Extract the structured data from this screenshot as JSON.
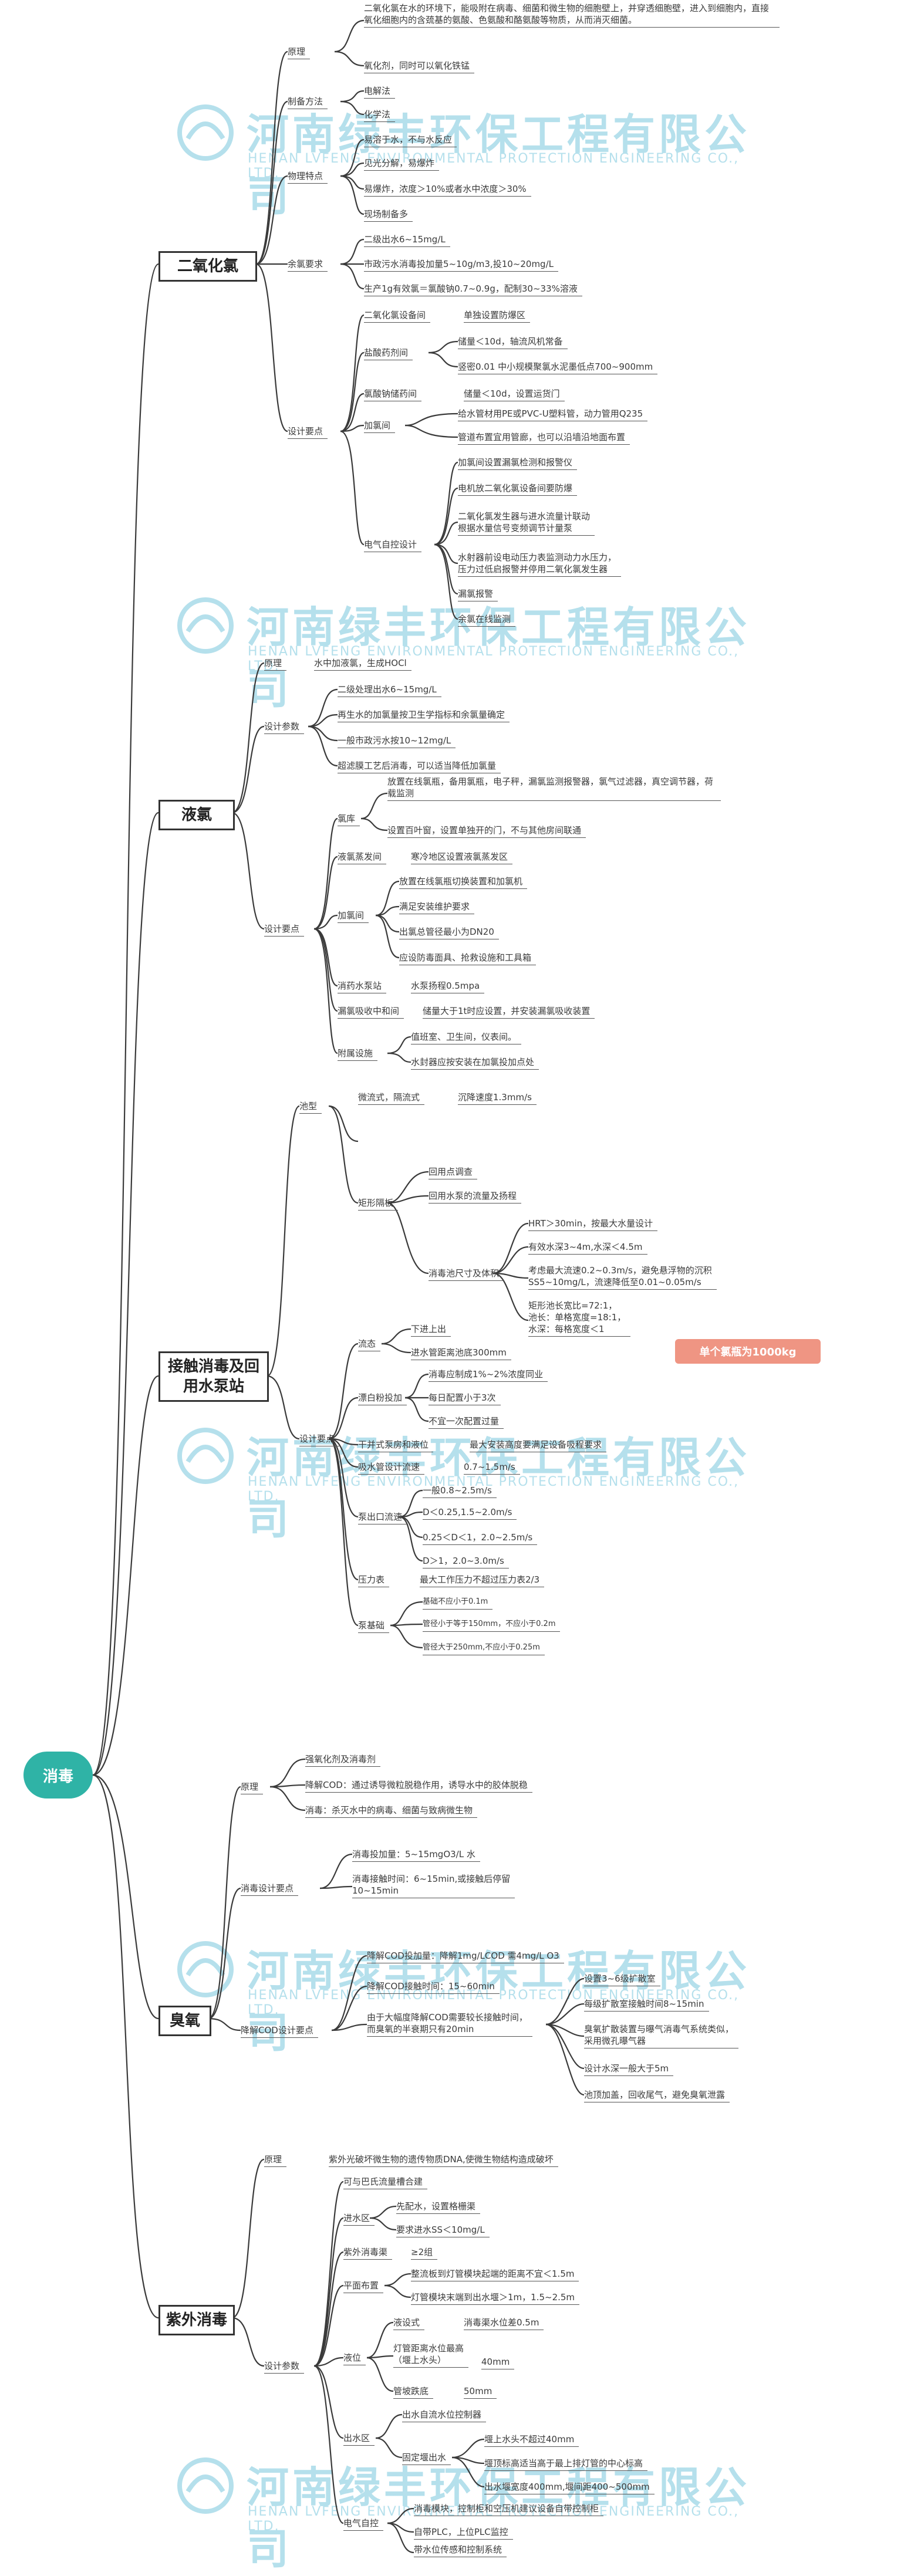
{
  "colors": {
    "root": "#2fb3a6",
    "note": "#ef9583",
    "watermark": "#2fa7c9",
    "line": "#3a3a3a"
  },
  "watermark": {
    "title": "河南绿丰环保工程有限公司",
    "subtitle": "HENAN LVFENG ENVIRONMENTAL PROTECTION ENGINEERING CO., LTD."
  },
  "root": "消毒",
  "mains": {
    "clo2": "二氧化氯",
    "liquid": "液氯",
    "contact": "接触消毒及回用水泵站",
    "ozone": "臭氧",
    "uv": "紫外消毒"
  },
  "note": "单个氯瓶为1000kg",
  "clo2": {
    "yuanli": "原理",
    "yuanli_text": "二氧化氯在水的环境下，能吸附在病毒、细菌和微生物的细胞壁上，并穿透细胞壁，进入到细胞内，直接氧化细胞内的含巯基的氨酸、色氨酸和酪氨酸等物质，从而消灭细菌。",
    "yuanli_text2": "氧化剂，同时可以氧化铁锰",
    "zhibei": "制备方法",
    "zhibei_items": [
      "电解法",
      "化学法"
    ],
    "wuli": "物理特点",
    "wuli_items": [
      "易溶于水，不与水反应",
      "见光分解，易爆炸",
      "易爆炸，浓度＞10%或者水中浓度＞30%",
      "现场制备多"
    ],
    "yuliang": "余氯要求",
    "yuliang_items": [
      "二级出水6~15mg/L",
      "市政污水消毒投加量5~10g/m3,投10~20mg/L",
      "生产1g有效氯＝氯酸钠0.7~0.9g，配制30~33%溶液"
    ],
    "sheji": "设计要点",
    "room_label": "二氧化氯设备间",
    "room_text": "单独设置防爆区",
    "yansuan": "盐酸药剂间",
    "yansuan_items": [
      "储量＜10d，轴流风机常备",
      "竖密0.01 中小规模聚氯水泥墨低点700~900mm"
    ],
    "lvsuan": "氯酸钠储药间",
    "lvsuan_text": "储量＜10d，设置运货门",
    "jiayao": "加氯间",
    "jiayao_items": [
      "给水管材用PE或PVC-U塑料管，动力管用Q235",
      "管道布置宜用管廊，也可以沿墙沿地面布置"
    ],
    "dianqi": "电气自控设计",
    "dianqi_items": [
      "加氯间设置漏氯检测和报警仪",
      "电机放二氧化氯设备间要防爆",
      "二氧化氯发生器与进水流量计联动\n根据水量信号变频调节计量泵",
      "水射器前设电动压力表监测动力水压力，\n压力过低启报警并停用二氧化氯发生器",
      "漏氯报警",
      "余氯在线监测"
    ]
  },
  "liquid": {
    "yuanli": "原理",
    "yuanli_text": "水中加液氯，生成HOCl",
    "canshu": "设计参数",
    "canshu_items": [
      "二级处理出水6~15mg/L",
      "再生水的加氯量按卫生学指标和余氯量确定",
      "一般市政污水按10~12mg/L",
      "超滤膜工艺后消毒，可以适当降低加氯量"
    ],
    "sheji": "设计要点",
    "luku": "氯库",
    "luku_items": [
      "放置在线氯瓶，备用氯瓶，电子秤，漏氯监测报警器，氯气过滤器，真空调节器，荷载监测",
      "设置百叶窗，设置单独开的门，不与其他房间联通"
    ],
    "zhengfa": "液氯蒸发间",
    "zhengfa_text": "寒冷地区设置液氯蒸发区",
    "jialu": "加氯间",
    "jialu_items": [
      "放置在线氯瓶切换装置和加氯机",
      "满足安装维护要求",
      "出氯总管径最小为DN20",
      "应设防毒面具、抢救设施和工具箱"
    ],
    "xiaoyao": "消药水泵站",
    "xiaoyao_text": "水泵扬程0.5mpa",
    "louzhi": "漏氯吸收中和间",
    "louzhi_text": "储量大于1t时应设置，并安装漏氯吸收装置",
    "fushu": "附属设施",
    "fushu_items": [
      "值班室、卫生间，仪表间。",
      "水封器应按安装在加氯投加点处"
    ]
  },
  "contact": {
    "chixing": "池型",
    "chixing_a": "微流式，隔流式",
    "chixing_a_text": "沉降速度1.3mm/s",
    "jucheng": "矩形隔板",
    "jucheng_items": [
      "回用点调查",
      "回用水泵的流量及扬程"
    ],
    "xiaodu": "消毒池尺寸及体积",
    "xiaodu_items": [
      "HRT＞30min，按最大水量设计",
      "有效水深3~4m,水深＜4.5m",
      "考虑最大流速0.2~0.3m/s，避免悬浮物的沉积\nSS5~10mg/L，流速降低至0.01~0.05m/s",
      "矩形池长宽比=72:1，\n池长：单格宽度=18:1，\n水深：每格宽度＜1"
    ],
    "sheji": "设计要点",
    "liuzhi": "流态",
    "liuzhi_items": [
      "下进上出",
      "进水管距离池底300mm"
    ],
    "piaobai": "漂白粉投加",
    "piaobai_items": [
      "消毒应制成1%~2%浓度同业",
      "每日配置小于3次",
      "不宜一次配置过量"
    ],
    "ganshi": "干并式泵房和液位",
    "ganshi_text": "最大安装高度要满足设备吸程要求",
    "xishui": "吸水管设计流速",
    "xishui_text": "0.7~1.5m/s",
    "bengchu": "泵出口流速",
    "bengchu_items": [
      "一般0.8~2.5m/s",
      "D＜0.25,1.5~2.0m/s",
      "0.25＜D＜1，2.0~2.5m/s",
      "D＞1，2.0~3.0m/s"
    ],
    "yali": "压力表",
    "yali_text": "最大工作压力不超过压力表2/3",
    "bengji": "泵基础",
    "bengji_items": [
      "基础不应小于0.1m",
      "管径小于等于150mm，不应小于0.2m",
      "管径大于250mm,不应小于0.25m"
    ]
  },
  "ozone": {
    "yuanli": "原理",
    "yuanli_items": [
      "强氧化剂及消毒剂",
      "降解COD：通过诱导微粒脱稳作用，诱导水中的胶体脱稳",
      "消毒：杀灭水中的病毒、细菌与致病微生物"
    ],
    "xiaodu": "消毒设计要点",
    "xiaodu_items": [
      "消毒投加量：5~15mgO3/L 水",
      "消毒接触时间：6~15min,或接触后停留\n10~15min"
    ],
    "cod": "降解COD设计要点",
    "cod_items": [
      "降解COD投加量：降解1mg/LCOD 需4mg/L O3",
      "降解COD接触时间：15~60min",
      "由于大幅度降解COD需要较长接触时间，\n而臭氧的半衰期只有20min"
    ],
    "sub_items": [
      "设置3~6级扩散室",
      "每级扩散室接触时间8~15min",
      "臭氧扩散装置与曝气消毒气系统类似，\n采用微孔曝气器",
      "设计水深一般大于5m",
      "池顶加盖，回收尾气，避免臭氧泄露"
    ]
  },
  "uv": {
    "yuanli": "原理",
    "yuanli_text": "紫外光破坏微生物的遗传物质DNA,使微生物结构造成破坏",
    "canshu": "设计参数",
    "top_items": [
      "可与巴氏流量槽合建"
    ],
    "jinshui": "进水区",
    "jinshui_items": [
      "先配水，设置格栅渠",
      "要求进水SS＜10mg/L"
    ],
    "ziwai": "紫外消毒渠",
    "ziwai_text": "≥2组",
    "pingmian": "平面布置",
    "pingmian_items": [
      "整流板到灯管模块起端的距离不宜＜1.5m",
      "灯管模块末端到出水堰＞1m，1.5~2.5m"
    ],
    "yewei": "液位",
    "yewei_a": "液设式",
    "yewei_a_text": "消毒渠水位差0.5m",
    "yewei_b": "灯管距离水位最高\n（堰上水头）",
    "yewei_b_text": "40mm",
    "yewei_c": "管坡跌底",
    "yewei_c_text": "50mm",
    "chushui": "出水区",
    "chushui_a": "出水自流水位控制器",
    "guding": "固定堰出水",
    "guding_items": [
      "堰上水头不超过40mm",
      "堰顶标高适当高于最上排灯管的中心标高",
      "出水堰宽度400mm,堰间距400~500mm"
    ],
    "dianqi": "电气自控",
    "dianqi_items": [
      "消毒模块，控制柜和空压机建议设备自带控制柜",
      "自带PLC，上位PLC监控",
      "带水位传感和控制系统"
    ]
  }
}
